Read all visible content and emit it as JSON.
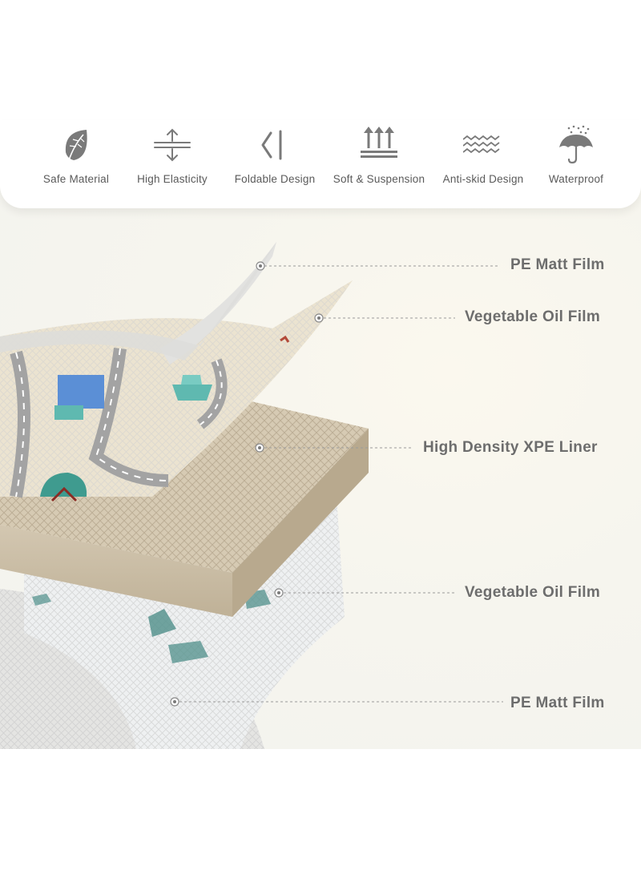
{
  "features": [
    {
      "label": "Safe Material",
      "icon": "leaf-icon"
    },
    {
      "label": "High Elasticity",
      "icon": "elasticity-arrows-icon"
    },
    {
      "label": "Foldable Design",
      "icon": "fold-icon"
    },
    {
      "label": "Soft & Suspension",
      "icon": "up-arrows-icon"
    },
    {
      "label": "Anti-skid Design",
      "icon": "wave-lines-icon"
    },
    {
      "label": "Waterproof",
      "icon": "umbrella-icon"
    }
  ],
  "layers": [
    {
      "label": "PE Matt Film"
    },
    {
      "label": "Vegetable Oil Film"
    },
    {
      "label": "High Density XPE Liner"
    },
    {
      "label": "Vegetable Oil Film"
    },
    {
      "label": "PE Matt Film"
    }
  ],
  "colors": {
    "icon": "#7a7a7a",
    "label_text": "#6d6d6d",
    "xpe_liner": "#c9bca5",
    "mat_surface": "#e6dcc7",
    "road": "#a3a3a3",
    "teal_print": "#5fb9b0"
  }
}
